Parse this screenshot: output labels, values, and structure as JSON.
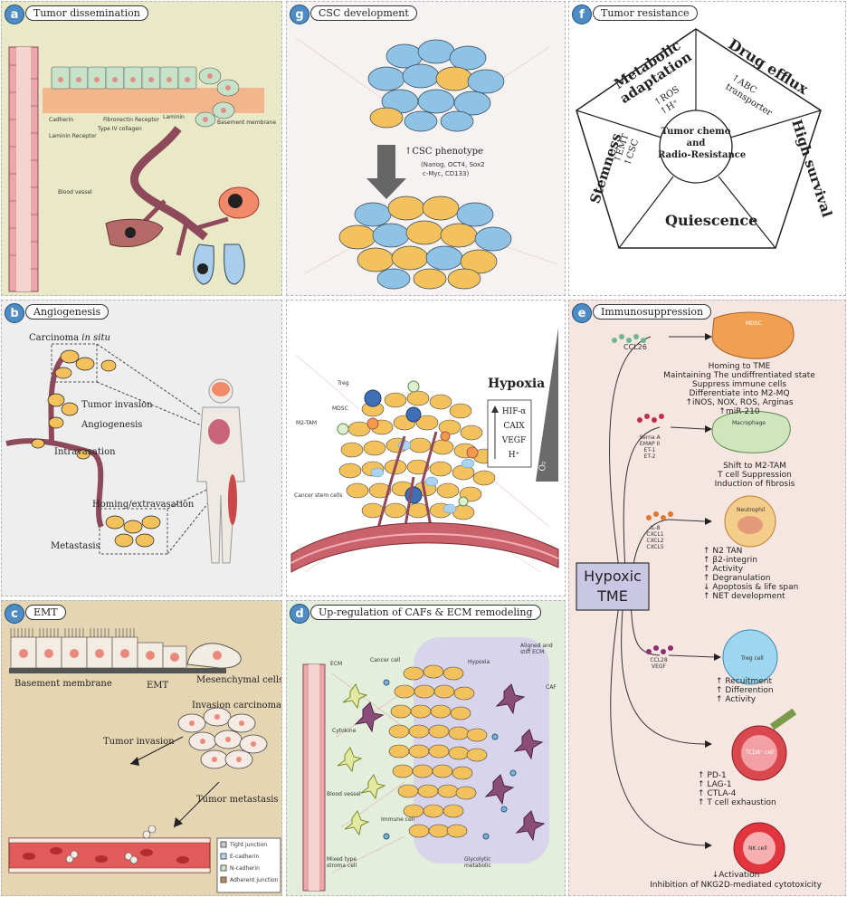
{
  "colors": {
    "panel_a": "#e9e9c7",
    "panel_b": "#eeeeee",
    "panel_c": "#e6d5b3",
    "panel_d": "#e4eedd",
    "panel_e": "#f6e6e2",
    "vessel": "#8e4a5b",
    "tumor_yellow": "#f4c25c",
    "cell_blue": "#8fc3e6",
    "badge": "#4f8cc4",
    "hypoxic_box": "#c9c7e3"
  },
  "panel_a": {
    "badge": "a",
    "title": "Tumor dissemination",
    "labels": {
      "cadherin": "Cadherin",
      "fibronectin": "Fibronectin Receptor",
      "laminin": "Laminin",
      "basement": "Basement membrane",
      "laminin_receptor": "Laminin Receptor",
      "collagen": "Type IV collagen",
      "vessel": "Blood vessel"
    }
  },
  "panel_g": {
    "badge": "g",
    "title": "CSC development",
    "phenotype": "CSC phenotype",
    "markers_1": "(Nanog, OCT4, Sox2",
    "markers_2": "c-Myc, CD133)"
  },
  "panel_f": {
    "badge": "f",
    "title": "Tumor resistance",
    "center_1": "Tumor chemo",
    "center_2": "and",
    "center_3": "Radio-Resistance",
    "metabolic_1": "Metabolic",
    "metabolic_2": "adaptation",
    "ros": "ROS",
    "h": "H⁺",
    "drug_efflux": "Drug efflux",
    "abc_1": "ABC",
    "abc_2": "transporter",
    "high_survival": "High survival",
    "stemness": "Stemness",
    "emt": "EMT",
    "csc": "CSC",
    "quiescence": "Quiescence"
  },
  "panel_b": {
    "badge": "b",
    "title": "Angiogenesis",
    "carcinoma": "Carcinoma",
    "in_situ": "in situ",
    "tumor_invasion": "Tumor invasion",
    "angiogenesis": "Angiogenesis",
    "intravasation": "Intravasation",
    "homing": "Homing/extravasation",
    "metastasis": "Metastasis"
  },
  "center": {
    "hypoxia": "Hypoxia",
    "factors": [
      "HIF-α",
      "CAIX",
      "VEGF",
      "H⁺"
    ],
    "o2": "O₂",
    "treg": "Treg",
    "mdsc": "MDSC",
    "m2tam": "M2-TAM",
    "csc": "Cancer stem cells"
  },
  "panel_e": {
    "badge": "e",
    "title": "Immunosuppression",
    "hypoxic_1": "Hypoxic",
    "hypoxic_2": "TME",
    "ccl26": "CCL26",
    "mdsc": "MDSC",
    "mdsc_effects": [
      "Homing to TME",
      "Maintaining The undiffrentiated state",
      "Suppress immune cells",
      "Differentiate into M2-MQ",
      "iNOS, NOX, ROS, Arginas",
      "miR-210"
    ],
    "macro_signals": [
      "Serna A",
      "EMAP II",
      "ET-1",
      "ET-2"
    ],
    "macrophage": "Macrophage",
    "macro_effects": [
      "Shift to M2-TAM",
      "T cell Suppression",
      "Induction of fibrosis"
    ],
    "neut_signals": [
      "IL-8",
      "CXCL1",
      "CXCL2",
      "CXCL5"
    ],
    "neutrophil": "Neutrophil",
    "neut_effects": [
      "N2 TAN",
      "β2-integrin",
      "Activity",
      "Degranulation",
      "Apoptosis & life span",
      "NET development"
    ],
    "treg_signals": [
      "CCL28",
      "VEGF"
    ],
    "treg": "Treg cell",
    "treg_effects": [
      "Recuitment",
      "Differention",
      "Activity"
    ],
    "tcd8": "TCD8⁺ cell",
    "tcd8_effects": [
      "PD-1",
      "LAG-1",
      "CTLA-4",
      "T cell exhaustion"
    ],
    "nk": "NK cell",
    "nk_effects": [
      "Activation",
      "Inhibition of NKG2D-mediated cytotoxicity"
    ]
  },
  "panel_c": {
    "badge": "c",
    "title": "EMT",
    "basement": "Basement membrane",
    "emt": "EMT",
    "mesenchymal": "Mesenchymal cells",
    "invasion_carcinoma": "Invasion carcinoma",
    "tumor_invasion": "Tumor invasion",
    "tumor_metastasis": "Tumor metastasis",
    "legend": [
      "Tight junction",
      "E-cadherin",
      "N-cadherin",
      "Adherent junction"
    ]
  },
  "panel_d": {
    "badge": "d",
    "title": "Up-regulation of CAFs & ECM remodeling",
    "labels": {
      "ecm": "ECM",
      "cancer_cell": "Cancer cell",
      "hypoxia": "Hypoxia",
      "aligned_1": "Aligned and",
      "aligned_2": "stiff ECM",
      "caf": "CAF",
      "cytokine": "Cytokine",
      "vessel": "Blood vessel",
      "immune": "Immune cell",
      "mixed_1": "Mixed type",
      "mixed_2": "stroma cell",
      "glyco_1": "Glycolytic",
      "glyco_2": "metabolic"
    }
  }
}
